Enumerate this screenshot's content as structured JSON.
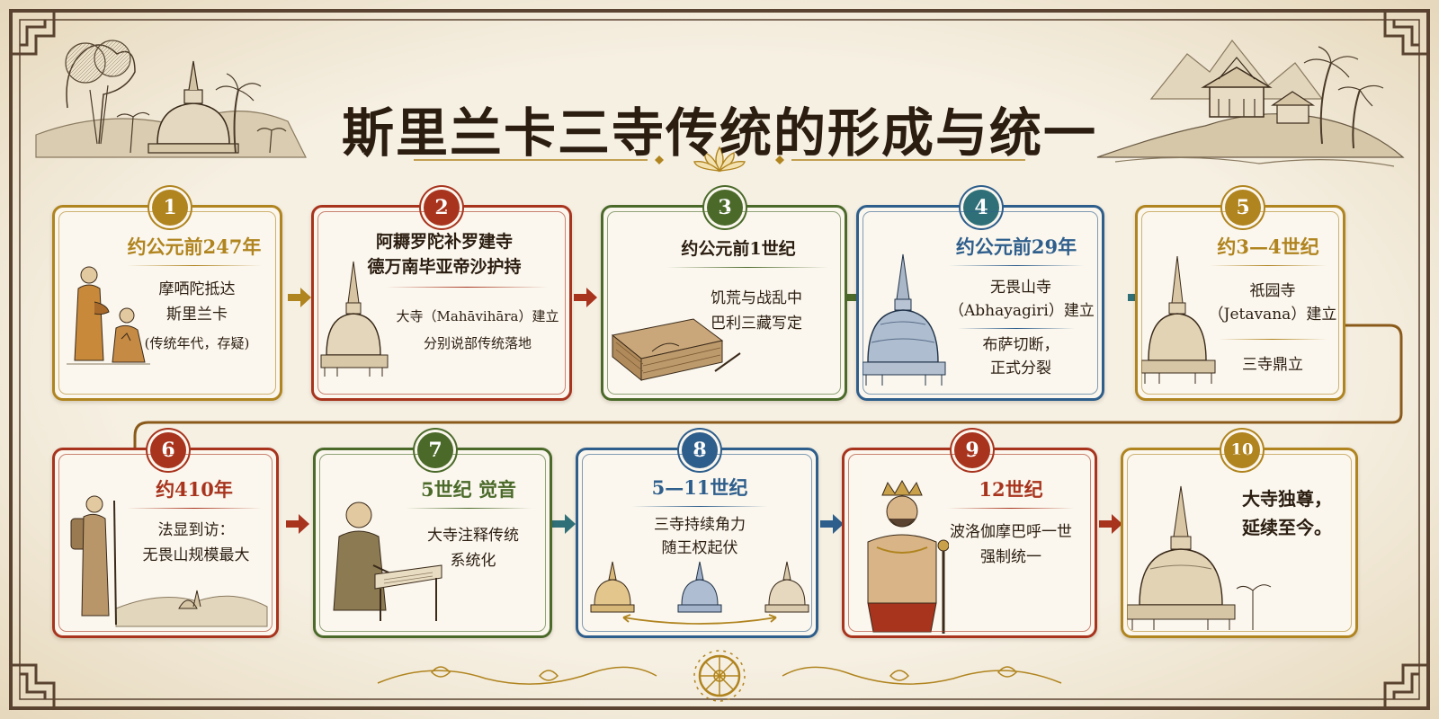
{
  "title": "斯里兰卡三寺传统的形成与统一",
  "colors": {
    "gold": "#b0841f",
    "red": "#a8341e",
    "green": "#4b6a2a",
    "blue": "#2e5e8c",
    "teal": "#2f7078",
    "frame": "#5a4330"
  },
  "steps": [
    {
      "number": "1",
      "heading": "约公元前247年",
      "lines": [
        "摩哂陀抵达",
        "斯里兰卡"
      ],
      "note": "(传统年代，存疑)"
    },
    {
      "number": "2",
      "heading_lines": [
        "阿耨罗陀补罗建寺",
        "德万南毕亚帝沙护持"
      ],
      "lines": [
        "大寺（Mahāvihāra）建立",
        "分别说部传统落地"
      ]
    },
    {
      "number": "3",
      "heading": "约公元前1世纪",
      "lines": [
        "饥荒与战乱中",
        "巴利三藏写定"
      ]
    },
    {
      "number": "4",
      "heading": "约公元前29年",
      "lines": [
        "无畏山寺",
        "（Abhayagiri）建立"
      ],
      "lines2": [
        "布萨切断，",
        "正式分裂"
      ]
    },
    {
      "number": "5",
      "heading": "约3—4世纪",
      "lines": [
        "祇园寺",
        "（Jetavana）建立"
      ],
      "lines2": [
        "三寺鼎立"
      ]
    },
    {
      "number": "6",
      "heading": "约410年",
      "lines": [
        "法显到访：",
        "无畏山规模最大"
      ]
    },
    {
      "number": "7",
      "heading": "5世纪  觉音",
      "lines": [
        "大寺注释传统",
        "系统化"
      ]
    },
    {
      "number": "8",
      "heading": "5—11世纪",
      "lines": [
        "三寺持续角力",
        "随王权起伏"
      ]
    },
    {
      "number": "9",
      "heading": "12世纪",
      "lines": [
        "波洛伽摩巴呼一世",
        "强制统一"
      ]
    },
    {
      "number": "10",
      "lines": [
        "大寺独尊，",
        "延续至今。"
      ]
    }
  ]
}
